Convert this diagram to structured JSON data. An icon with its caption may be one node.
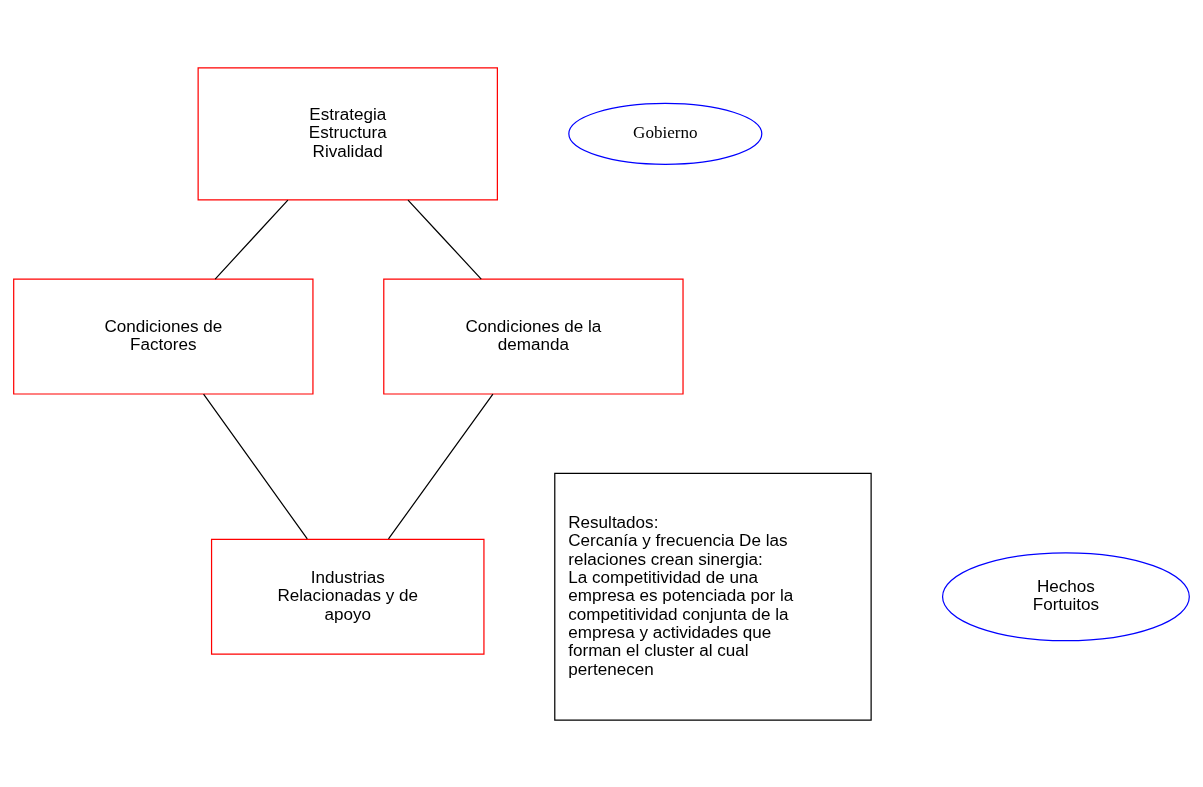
{
  "diagram": {
    "nodes": [
      {
        "text": [
          "Estrategia Estructura Rivalidad"
        ]
      },
      {
        "text": [
          "Gobierno"
        ]
      },
      {
        "text": [
          "Condiciones de Factores"
        ]
      },
      {
        "text": [
          "Condiciones de la demanda"
        ]
      },
      {
        "text": [
          "Resultados:",
          "Cercanía y frecuencia De las relaciones crean sinergia:",
          "La competitividad de una empresa es potenciada por la competitividad conjunta de la empresa y actividades que forman el cluster al cual pertenecen"
        ]
      },
      {
        "text": [
          "Industrias Relacionadas y de apoyo"
        ]
      },
      {
        "text": [
          "Hechos Fortuitos"
        ]
      }
    ],
    "edges": [
      {
        "from": 0,
        "to": 2,
        "arrow": "none"
      },
      {
        "from": 0,
        "to": 3,
        "arrow": "none"
      },
      {
        "from": 2,
        "to": 5,
        "arrow": "none"
      },
      {
        "from": 3,
        "to": 5,
        "arrow": "none"
      }
    ]
  }
}
